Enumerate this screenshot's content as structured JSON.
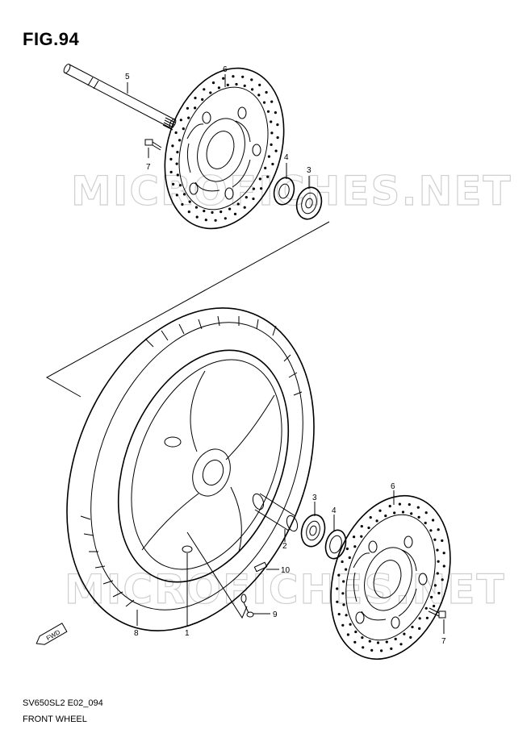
{
  "figure": {
    "title": "FIG.94",
    "code": "SV650SL2 E02_094",
    "name": "FRONT WHEEL"
  },
  "watermarks": [
    "MICROFICHES.NET",
    "MICROFICHES.NET"
  ],
  "direction_marker": "FWD",
  "callouts": [
    {
      "id": "callout-5-upper",
      "label": "5",
      "part": "axle"
    },
    {
      "id": "callout-6-upper",
      "label": "6",
      "part": "brake-disc"
    },
    {
      "id": "callout-7-upper",
      "label": "7",
      "part": "disc-bolt"
    },
    {
      "id": "callout-4-upper",
      "label": "4",
      "part": "dust-seal"
    },
    {
      "id": "callout-3-upper",
      "label": "3",
      "part": "bearing"
    },
    {
      "id": "callout-2",
      "label": "2",
      "part": "spacer"
    },
    {
      "id": "callout-3-lower",
      "label": "3",
      "part": "bearing"
    },
    {
      "id": "callout-4-lower",
      "label": "4",
      "part": "dust-seal"
    },
    {
      "id": "callout-6-lower",
      "label": "6",
      "part": "brake-disc"
    },
    {
      "id": "callout-7-lower",
      "label": "7",
      "part": "disc-bolt"
    },
    {
      "id": "callout-10",
      "label": "10",
      "part": "balancer"
    },
    {
      "id": "callout-9",
      "label": "9",
      "part": "valve"
    },
    {
      "id": "callout-8",
      "label": "8",
      "part": "tire"
    },
    {
      "id": "callout-1",
      "label": "1",
      "part": "wheel"
    }
  ]
}
